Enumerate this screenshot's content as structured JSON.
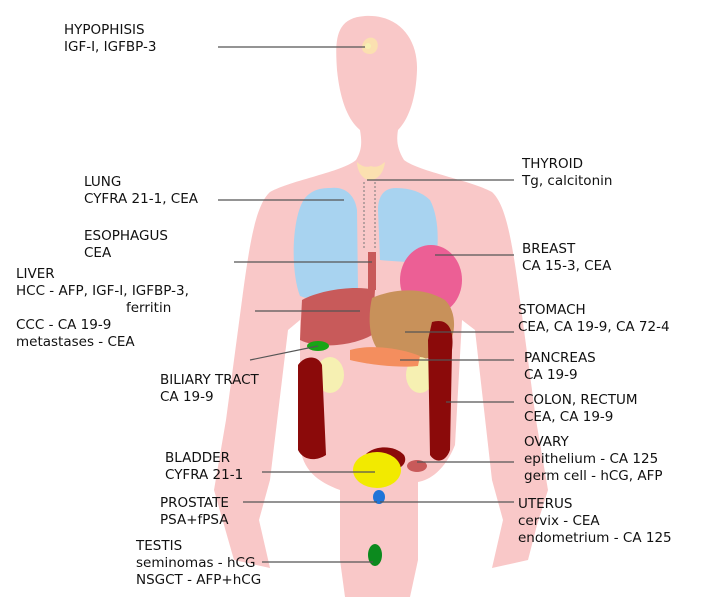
{
  "colors": {
    "body": "#f9c8c8",
    "lung": "#a8d3f0",
    "liver": "#c85a5a",
    "stomach": "#c8915a",
    "pancreas": "#f48e5e",
    "colon": "#8b0a0a",
    "breast": "#ec5f95",
    "thyroid": "#fbe0b0",
    "bladder": "#f2ea00",
    "gallbladder": "#19a516",
    "kidney": "#f6f0b2",
    "prostate": "#1f74d8",
    "testis": "#0c8a1e",
    "leader_line": "#555555"
  },
  "labels": {
    "hypophisis": {
      "title": "HYPOPHISIS",
      "lines": [
        "IGF-I, IGFBP-3"
      ]
    },
    "thyroid": {
      "title": "THYROID",
      "lines": [
        "Tg, calcitonin"
      ]
    },
    "lung": {
      "title": "LUNG",
      "lines": [
        "CYFRA 21-1, CEA"
      ]
    },
    "esophagus": {
      "title": "ESOPHAGUS",
      "lines": [
        "CEA"
      ]
    },
    "breast": {
      "title": "BREAST",
      "lines": [
        "CA 15-3, CEA"
      ]
    },
    "liver": {
      "title": "LIVER",
      "lines": [
        "HCC - AFP, IGF-I, IGFBP-3,",
        "ferritin",
        "CCC - CA 19-9",
        "metastases - CEA"
      ]
    },
    "stomach": {
      "title": "STOMACH",
      "lines": [
        "CEA, CA 19-9, CA 72-4"
      ]
    },
    "pancreas": {
      "title": "PANCREAS",
      "lines": [
        "CA 19-9"
      ]
    },
    "biliary_tract": {
      "title": "BILIARY TRACT",
      "lines": [
        "CA 19-9"
      ]
    },
    "colon_rectum": {
      "title": "COLON, RECTUM",
      "lines": [
        "CEA, CA 19-9"
      ]
    },
    "ovary": {
      "title": "OVARY",
      "lines": [
        "epithelium - CA 125",
        "germ cell - hCG, AFP"
      ]
    },
    "bladder": {
      "title": "BLADDER",
      "lines": [
        "CYFRA 21-1"
      ]
    },
    "prostate": {
      "title": "PROSTATE",
      "lines": [
        "PSA+fPSA"
      ]
    },
    "uterus": {
      "title": "UTERUS",
      "lines": [
        "cervix - CEA",
        "endometrium - CA 125"
      ]
    },
    "testis": {
      "title": "TESTIS",
      "lines": [
        "seminomas - hCG",
        "NSGCT - AFP+hCG"
      ]
    }
  }
}
